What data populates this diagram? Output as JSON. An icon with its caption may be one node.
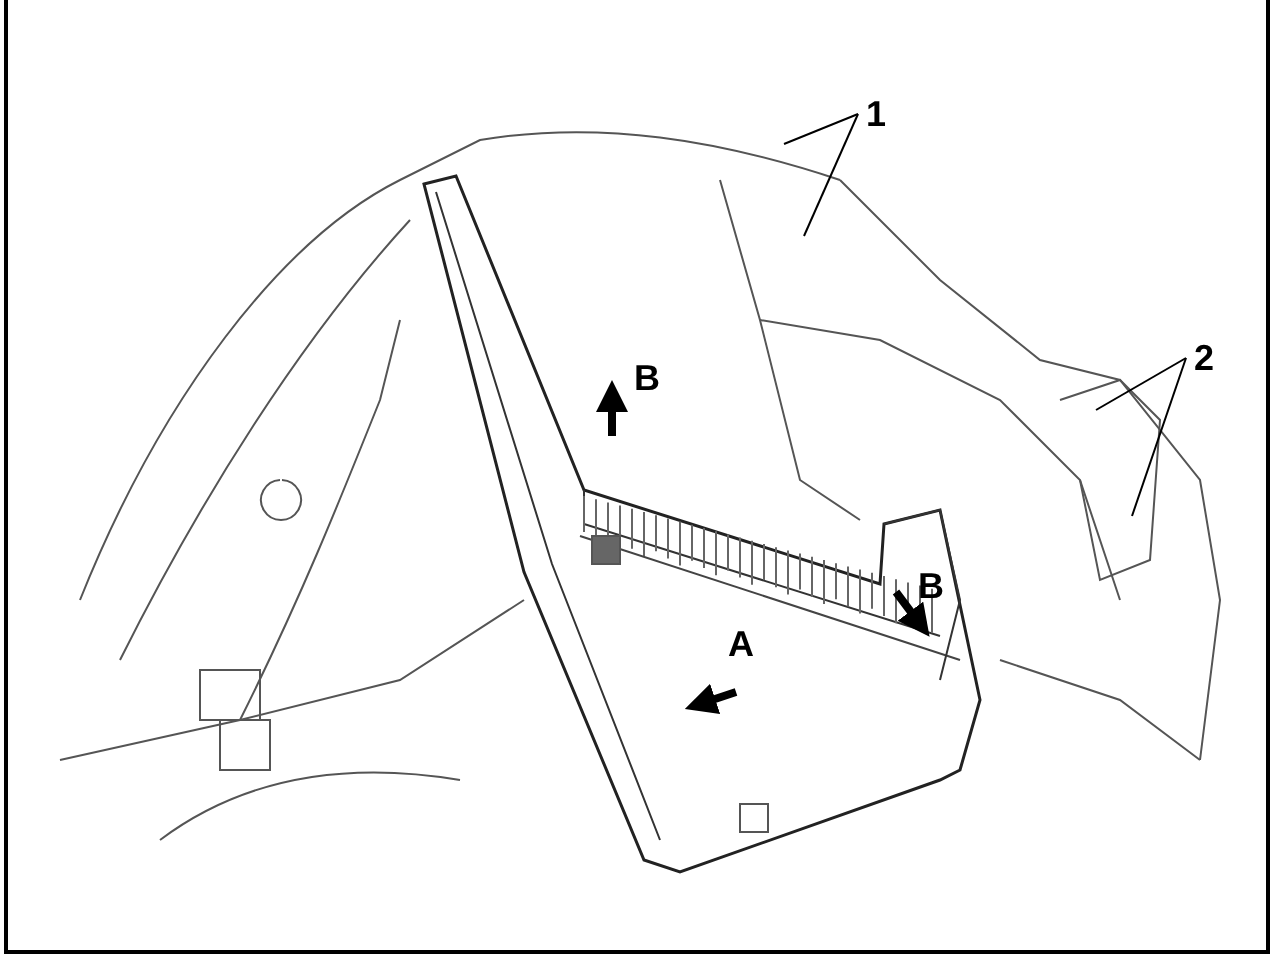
{
  "diagram": {
    "nodes": [
      {
        "text": [
          "1"
        ]
      },
      {
        "text": [
          "2"
        ]
      }
    ],
    "edges": [
      {
        "from": 0,
        "to": null,
        "arrow": "none"
      },
      {
        "from": 0,
        "to": null,
        "arrow": "none"
      },
      {
        "from": 1,
        "to": null,
        "arrow": "none"
      },
      {
        "from": 1,
        "to": null,
        "arrow": "none"
      }
    ],
    "labels": [
      "B",
      "B",
      "A"
    ]
  }
}
